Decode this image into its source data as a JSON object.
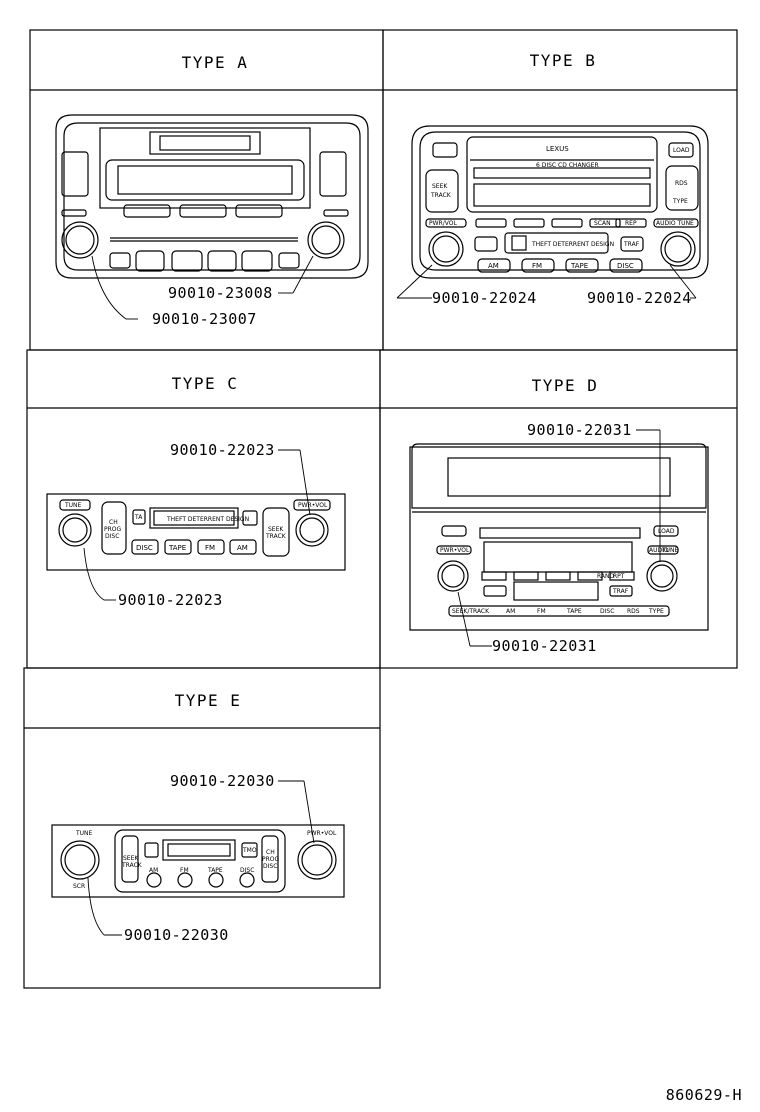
{
  "panels": {
    "a": {
      "title": "TYPE  A",
      "parts": [
        "90010-23008",
        "90010-23007"
      ]
    },
    "b": {
      "title": "TYPE  B",
      "parts": [
        "90010-22024",
        "90010-22024"
      ],
      "labels": {
        "brand": "LEXUS",
        "changer": "6 DISC CD CHANGER",
        "seek": "SEEK",
        "track": "TRACK",
        "rds": "RDS",
        "type": "TYPE",
        "load": "LOAD",
        "am": "AM",
        "fm": "FM",
        "tape": "TAPE",
        "disc": "DISC",
        "traf": "TRAF",
        "theft": "THEFT DETERRENT DESIGN",
        "pwr": "PWR/VOL",
        "scan": "SCAN",
        "rep": "REP",
        "audio": "AUDIO TUNE"
      }
    },
    "c": {
      "title": "TYPE  C",
      "parts": [
        "90010-22023",
        "90010-22023"
      ],
      "labels": {
        "tune": "TUNE",
        "pwr": "PWR•VOL",
        "ch": "CH",
        "prog": "PROG",
        "disc": "DISC",
        "ta": "TA",
        "theft": "THEFT DETERRENT DESIGN",
        "seek": "SEEK",
        "track": "TRACK",
        "b_disc": "DISC",
        "b_tape": "TAPE",
        "b_fm": "FM",
        "b_am": "AM"
      }
    },
    "d": {
      "title": "TYPE  D",
      "parts": [
        "90010-22031",
        "90010-22031"
      ],
      "labels": {
        "load": "LOAD",
        "pwr": "PWR•VOL",
        "audio": "AUDIO",
        "tune": "TUNE",
        "seek": "SEEK/TRACK",
        "am": "AM",
        "fm": "FM",
        "tape": "TAPE",
        "disc": "DISC",
        "rds": "RDS",
        "type": "TYPE",
        "traf": "TRAF",
        "rpt": "RPT",
        "rand": "RAND"
      }
    },
    "e": {
      "title": "TYPE  E",
      "parts": [
        "90010-22030",
        "90010-22030"
      ],
      "labels": {
        "tune": "TUNE",
        "pwr": "PWR•VOL",
        "seek": "SEEK",
        "track": "TRACK",
        "ch": "CH",
        "prog": "PROG",
        "disc": "DISC",
        "tmo": "TMO",
        "am": "AM",
        "fm": "FM",
        "tape": "TAPE",
        "b_disc": "DISC",
        "scr": "SCR"
      }
    }
  },
  "drawing_code": "860629-H"
}
